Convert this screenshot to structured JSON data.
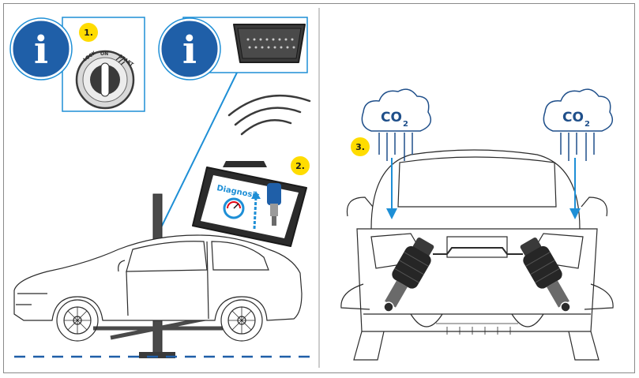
{
  "steps": {
    "step1": "1.",
    "step2": "2.",
    "step3": "3."
  },
  "info_symbol": "i",
  "ignition": {
    "positions": [
      "LOCK",
      "ON",
      "START"
    ]
  },
  "tablet": {
    "label": "Diagnosis"
  },
  "emission": {
    "co": "CO",
    "subscript": "2"
  },
  "colors": {
    "accent_blue": "#1e8fd6",
    "callout_yellow": "#ffdc00",
    "info_blue": "#1f5fa8",
    "line_gray": "#6d6d6d"
  },
  "icons": {
    "info": "info-icon",
    "ignition": "ignition-switch-icon",
    "obd": "obd-connector-icon",
    "wireless": "wireless-signal-icon",
    "tablet": "diagnostic-tablet-icon"
  }
}
